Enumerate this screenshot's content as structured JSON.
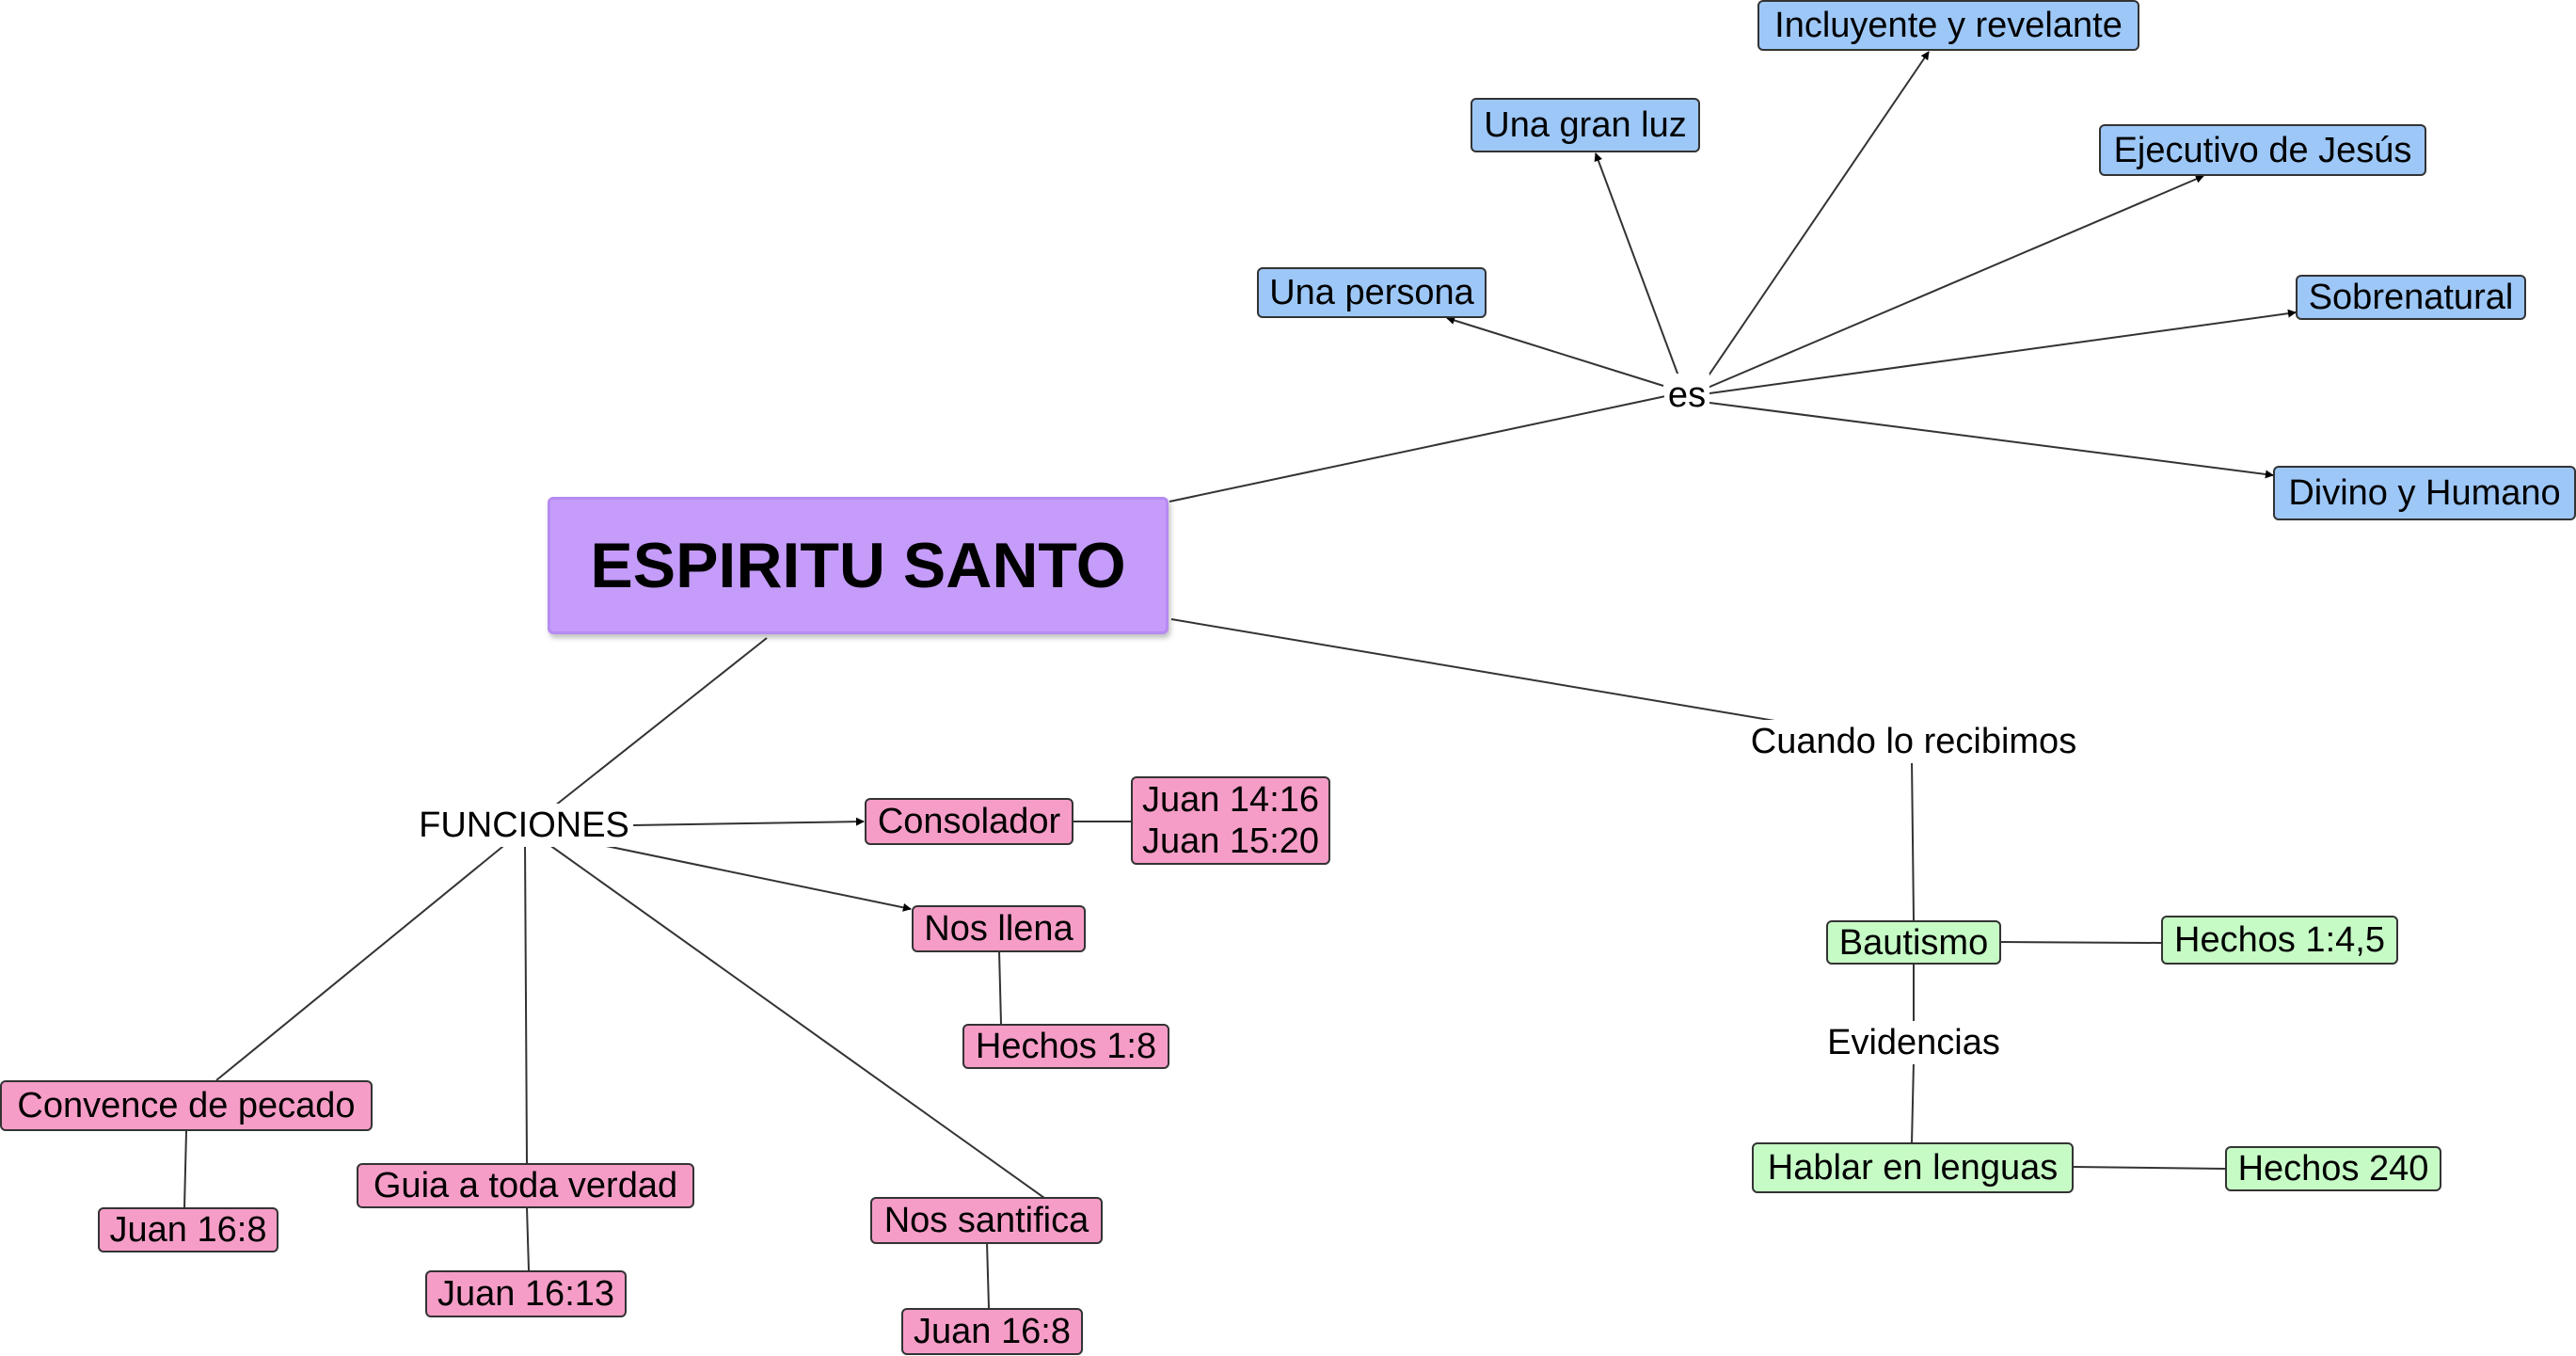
{
  "main_concept": "ESPIRITU SANTO",
  "linking_phrases": {
    "es": "es",
    "funciones": "FUNCIONES",
    "cuando": "Cuando lo recibimos",
    "evidencias": "Evidencias"
  },
  "es_concepts": {
    "una_persona": "Una persona",
    "una_gran_luz": "Una gran luz",
    "incluyente": "Incluyente y revelante",
    "ejecutivo": "Ejecutivo de Jesús",
    "sobrenatural": "Sobrenatural",
    "divino": "Divino y Humano"
  },
  "funciones_concepts": {
    "consolador": "Consolador",
    "consolador_ref_1": "Juan 14:16",
    "consolador_ref_2": "Juan 15:20",
    "nos_llena": "Nos llena",
    "nos_llena_ref": "Hechos 1:8",
    "convence": "Convence de pecado",
    "convence_ref": "Juan 16:8",
    "guia": "Guia a toda verdad",
    "guia_ref": "Juan 16:13",
    "santifica": "Nos santifica",
    "santifica_ref": "Juan 16:8"
  },
  "recibimos_concepts": {
    "bautismo": "Bautismo",
    "bautismo_ref": "Hechos 1:4,5",
    "lenguas": "Hablar en lenguas",
    "lenguas_ref": "Hechos 240"
  },
  "colors": {
    "main": "#c59cfa",
    "es_nodes": "#9dc7f7",
    "funciones_nodes": "#f59dc7",
    "recibimos_nodes": "#c6fbc6",
    "lines": "#333333"
  }
}
